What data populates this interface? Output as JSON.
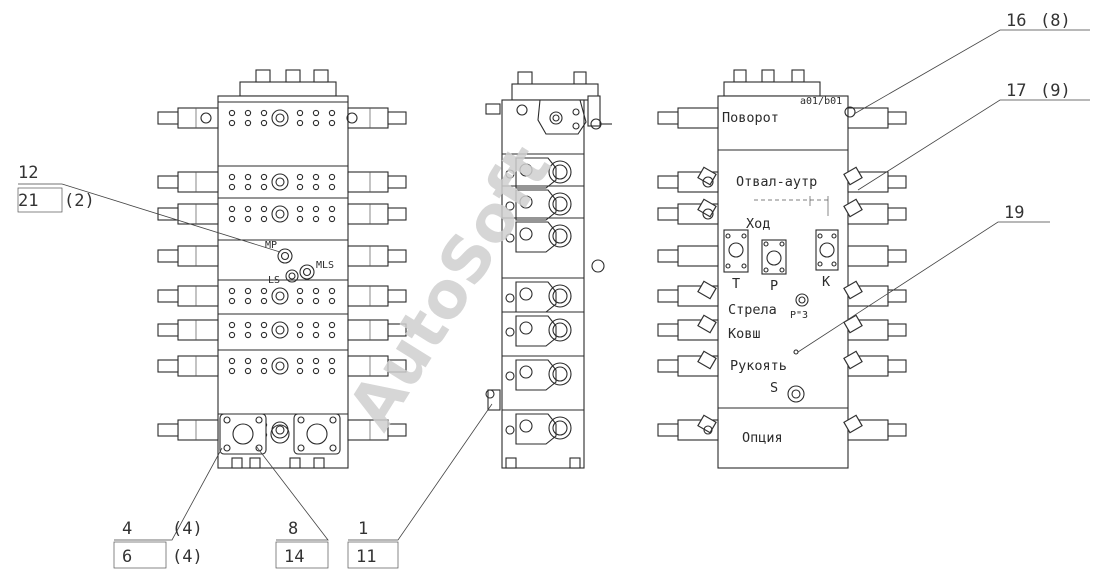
{
  "callouts": {
    "c16": {
      "main": "16",
      "alt": "(8)"
    },
    "c17": {
      "main": "17",
      "alt": "(9)"
    },
    "c19": {
      "main": "19"
    },
    "c12": {
      "main": "12"
    },
    "c21": {
      "main": "21",
      "alt": "(2)"
    },
    "c4": {
      "main": "4",
      "alt": "(4)"
    },
    "c6": {
      "main": "6",
      "alt": "(4)"
    },
    "c8": {
      "main": "8"
    },
    "c14": {
      "main": "14"
    },
    "c1": {
      "main": "1"
    },
    "c11": {
      "main": "11"
    }
  },
  "left_view": {
    "mp": "MP",
    "ls": "LS",
    "mls": "MLS"
  },
  "right_view": {
    "a01b01": "a01/b01",
    "povorot": "Поворот",
    "otval": "Отвал-аутр",
    "hod": "Ход",
    "t": "T",
    "p": "P",
    "k": "K",
    "p3": "P\"3",
    "strela": "Стрела",
    "kovsh": "Ковш",
    "rukoyat": "Рукоять",
    "s": "S",
    "opciya": "Опция"
  },
  "watermark": "AutoSoft"
}
